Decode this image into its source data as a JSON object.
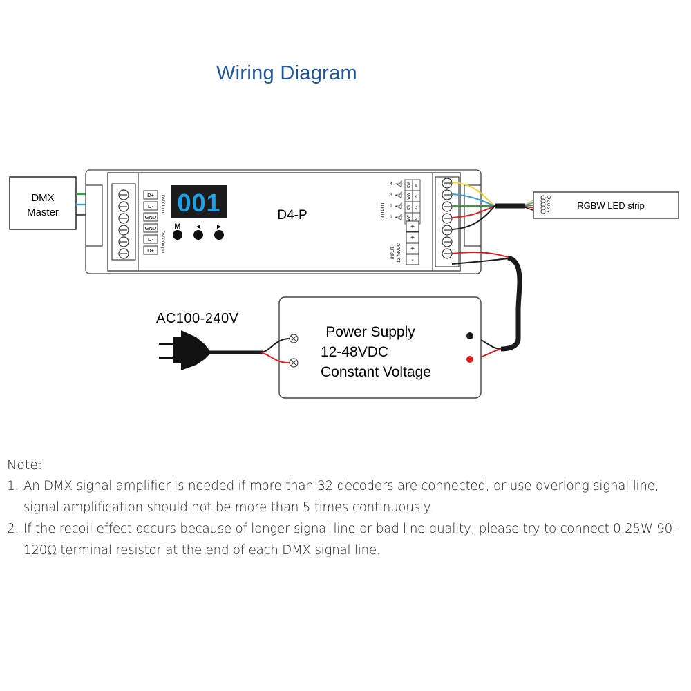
{
  "title": "Wiring Diagram",
  "dmx_master": {
    "line1": "DMX",
    "line2": "Master"
  },
  "decoder": {
    "model": "D4-P",
    "display": "001",
    "buttons": {
      "m": "M",
      "left": "◄",
      "right": "►"
    },
    "left_terminals": [
      "D+",
      "D-",
      "GND",
      "GND",
      "D-",
      "D+"
    ],
    "dmx_input_label": "DMX Input",
    "dmx_output_label": "DMX Output",
    "output_label": "OUTPUT",
    "output_channels": [
      "4",
      "3",
      "2",
      "1"
    ],
    "output_top_codes": [
      "CW",
      "WW",
      "CW",
      "WW"
    ],
    "output_bottom_codes": [
      "W",
      "B",
      "G",
      "R"
    ],
    "plus_marks": [
      "+",
      "+",
      "+"
    ],
    "input_label": "INPUT",
    "input_voltage": "12-48VDC",
    "input_marks": [
      "+",
      "-"
    ]
  },
  "led_strip": {
    "label": "RGBW LED strip",
    "pins": [
      "W",
      "B",
      "G",
      "R",
      "+"
    ]
  },
  "ac_label": "AC100-240V",
  "power_supply": {
    "line1": "Power Supply",
    "line2": "12-48VDC",
    "line3": "Constant Voltage"
  },
  "notes": {
    "heading": "Note:",
    "items": [
      {
        "num": "1.",
        "text": "An DMX signal amplifier is needed if more than 32 decoders are connected, or use overlong signal line, signal amplification should not be more than 5 times continuously."
      },
      {
        "num": "2.",
        "text": "If the recoil effect occurs because of longer signal line or bad line quality, please try to connect 0.25W 90-120Ω terminal resistor at the end of each DMX signal line."
      }
    ]
  },
  "colors": {
    "title": "#1f5597",
    "display_digits": "#1aa3e8",
    "display_bg": "#1c1c1c",
    "wire_green": "#2e9e3e",
    "wire_blue": "#3b9bd9",
    "wire_red": "#e11b22",
    "wire_yellow": "#f1d23a",
    "wire_black": "#1a1a1a"
  }
}
